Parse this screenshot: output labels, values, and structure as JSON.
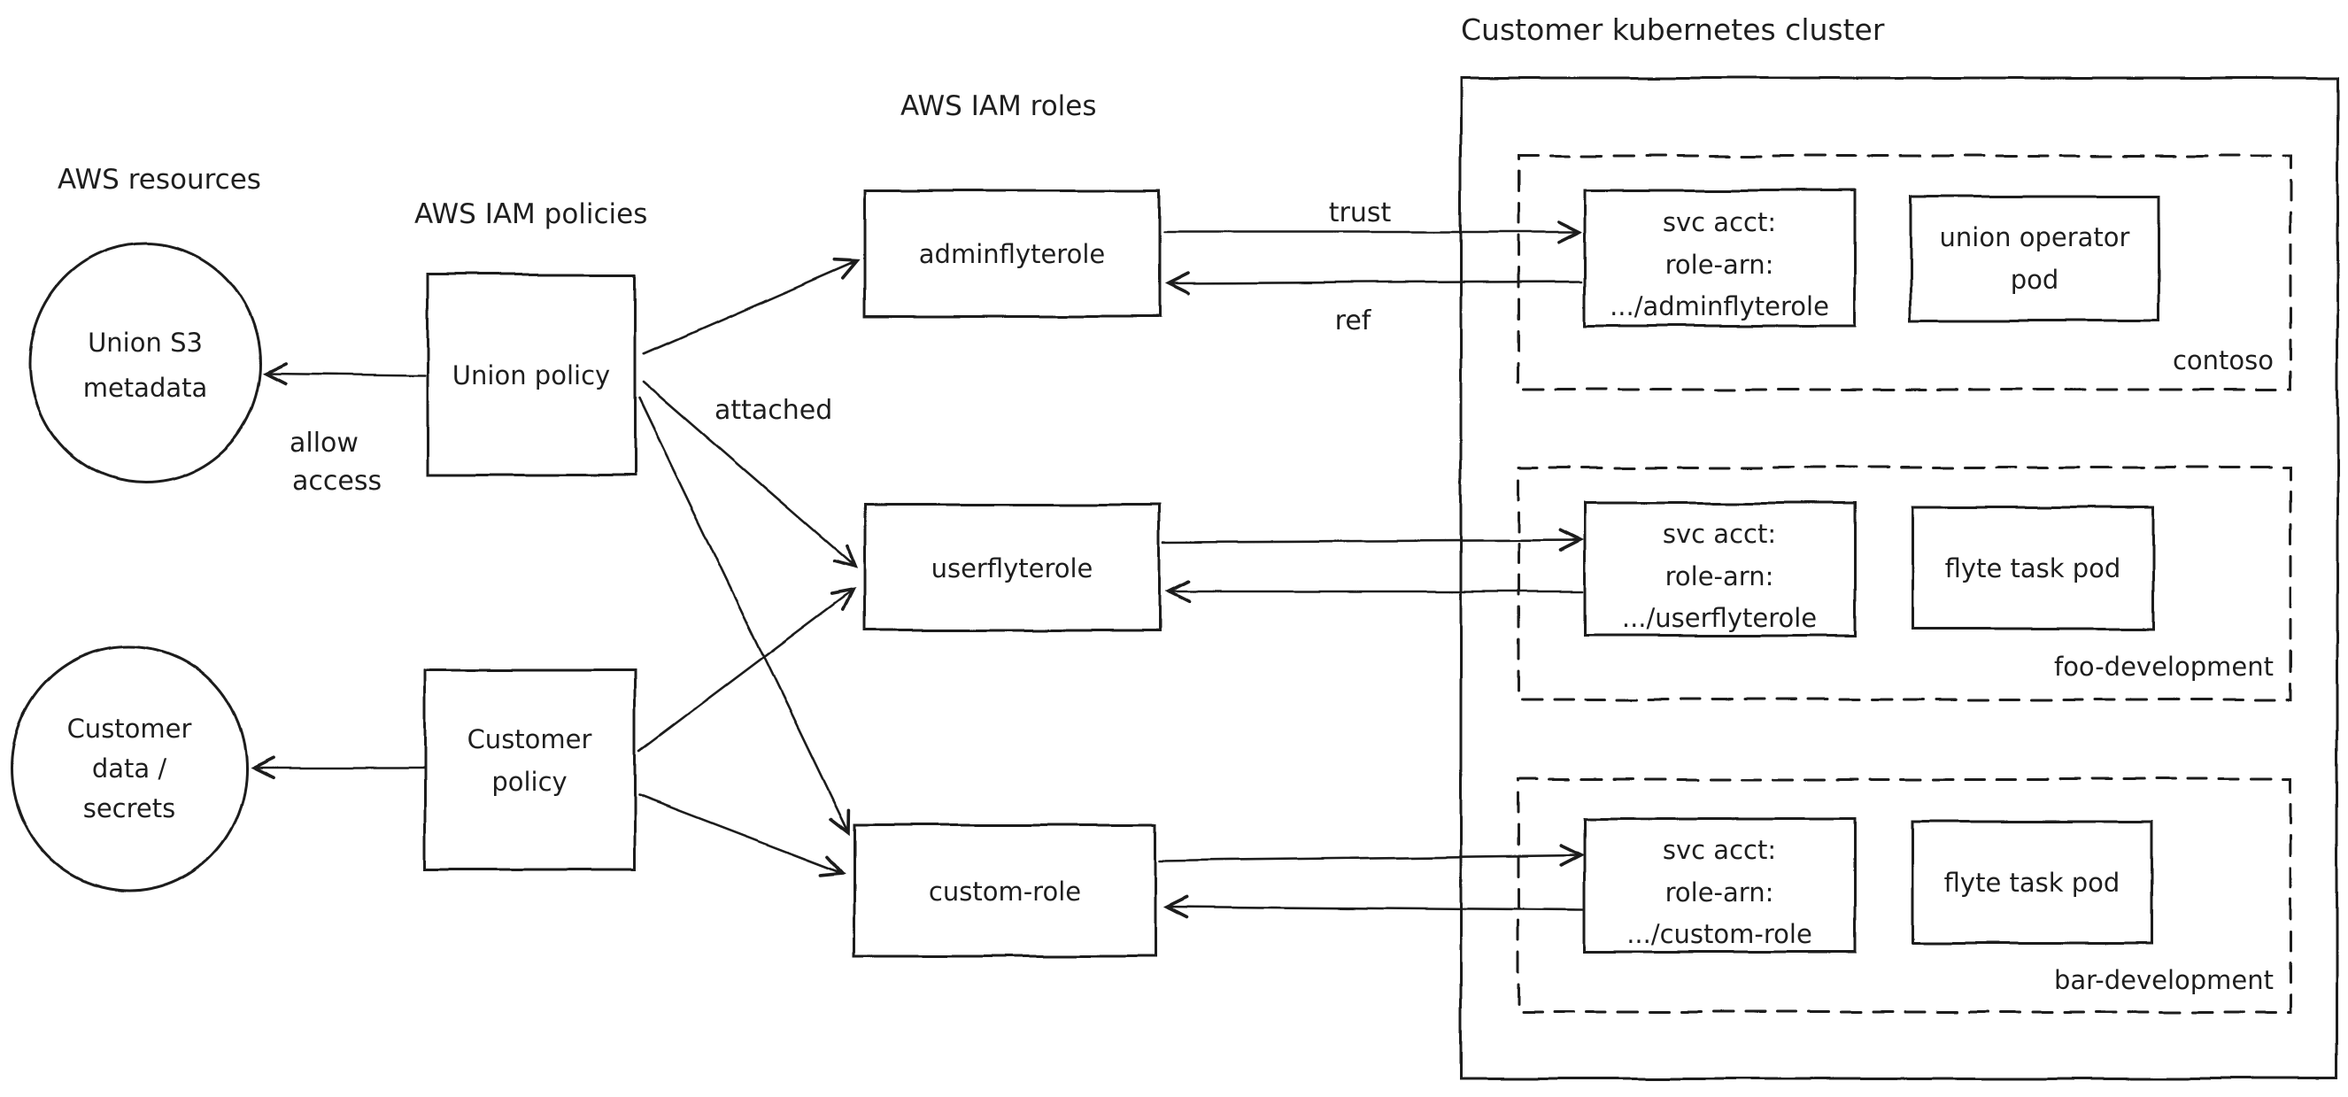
{
  "colors": {
    "stroke": "#1e1e1e",
    "hatch_blue": "#459de5",
    "background": "#ffffff"
  },
  "sections": {
    "aws_resources": "AWS resources",
    "aws_iam_policies": "AWS IAM policies",
    "aws_iam_roles": "AWS IAM roles"
  },
  "aws_resources": {
    "union_s3": {
      "lines": [
        "Union S3",
        "metadata"
      ]
    },
    "customer_data": {
      "lines": [
        "Customer",
        "data /",
        "secrets"
      ]
    }
  },
  "iam_policies": {
    "union_policy": {
      "label": "Union policy"
    },
    "customer_policy": {
      "lines": [
        "Customer",
        "policy"
      ]
    }
  },
  "iam_roles": {
    "admin": "adminflyterole",
    "user": "userflyterole",
    "custom": "custom-role"
  },
  "edge_labels": {
    "allow_access": [
      "allow",
      "access"
    ],
    "attached": "attached",
    "trust": "trust",
    "ref": "ref"
  },
  "cluster": {
    "title": "Customer kubernetes cluster",
    "namespaces": [
      {
        "name": "contoso",
        "service_account": [
          "svc acct:",
          "role-arn:",
          ".../adminflyterole"
        ],
        "pod": [
          "union operator",
          "pod"
        ]
      },
      {
        "name": "foo-development",
        "service_account": [
          "svc acct:",
          "role-arn:",
          ".../userflyterole"
        ],
        "pod": [
          "flyte task pod"
        ]
      },
      {
        "name": "bar-development",
        "service_account": [
          "svc acct:",
          "role-arn:",
          ".../custom-role"
        ],
        "pod": [
          "flyte task pod"
        ]
      }
    ]
  }
}
